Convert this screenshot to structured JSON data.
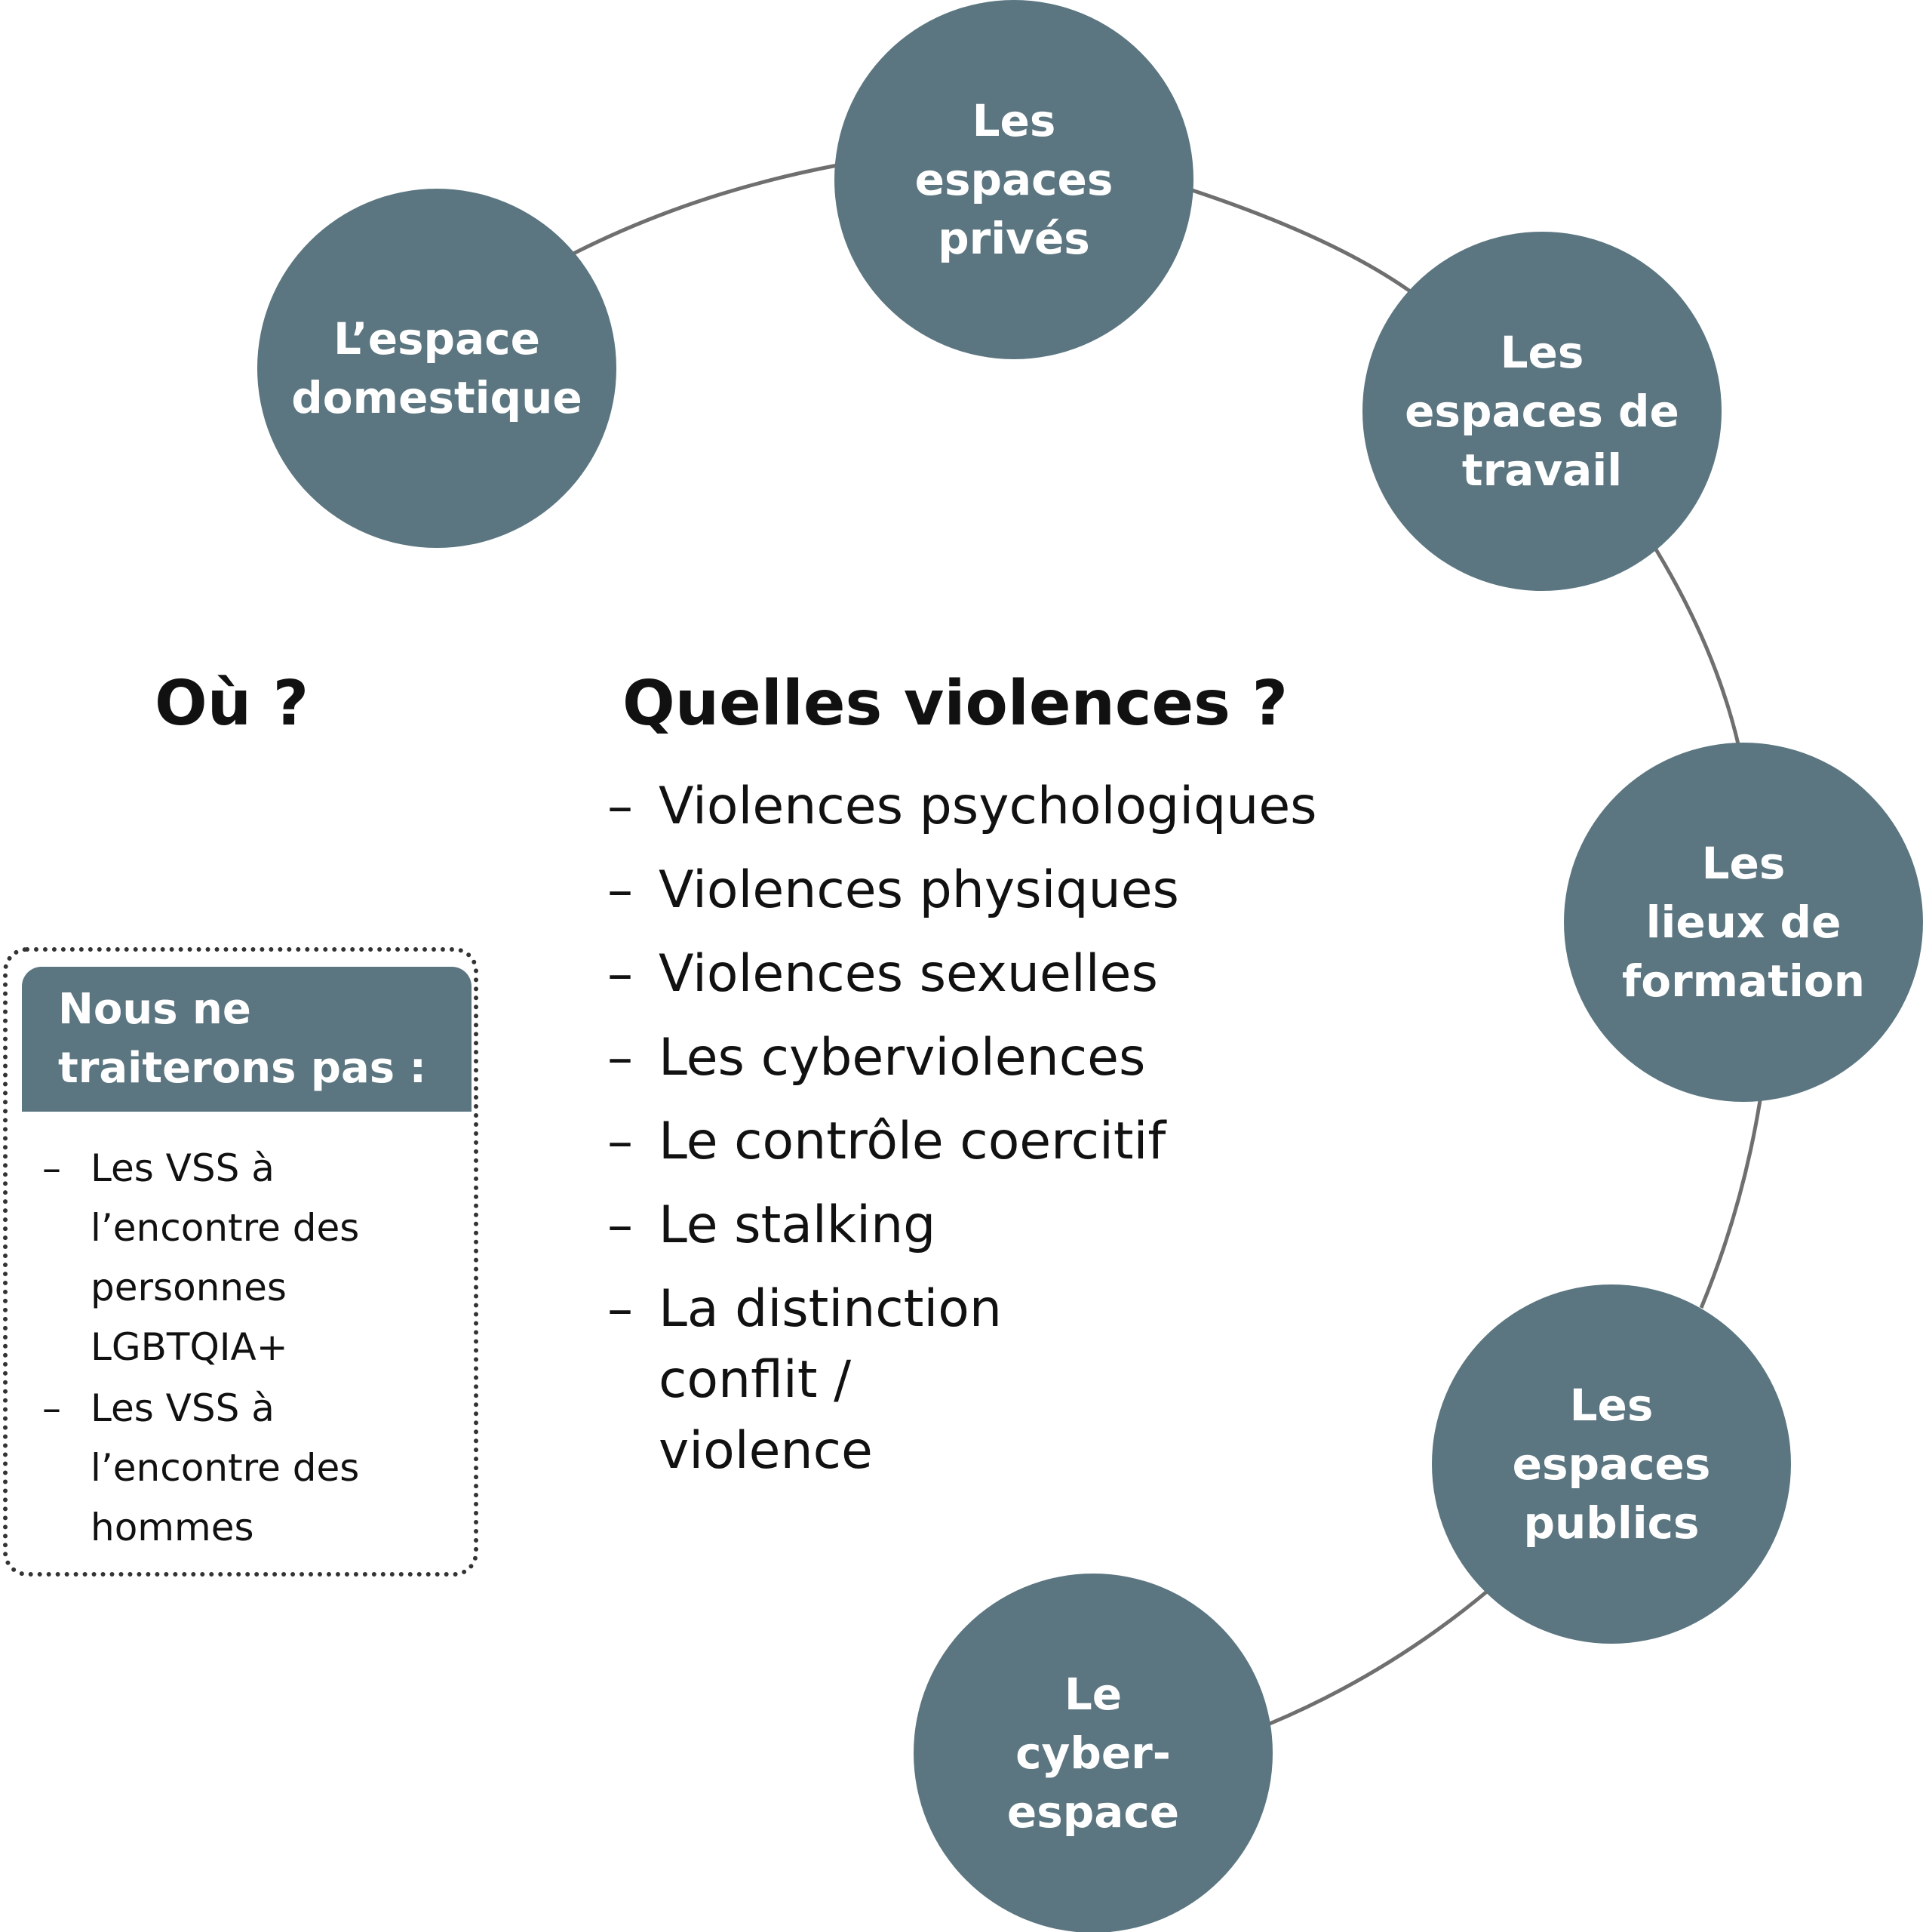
{
  "colors": {
    "node_fill": "#5b7680",
    "node_text": "#ffffff",
    "connector": "#6f6f6f",
    "body_text": "#111111"
  },
  "places": [
    {
      "id": "domestique",
      "lines": [
        "L’espace",
        "domestique"
      ]
    },
    {
      "id": "prives",
      "lines": [
        "Les",
        "espaces",
        "privés"
      ]
    },
    {
      "id": "travail",
      "lines": [
        "Les",
        "espaces de",
        "travail"
      ]
    },
    {
      "id": "formation",
      "lines": [
        "Les",
        "lieux de",
        "formation"
      ]
    },
    {
      "id": "publics",
      "lines": [
        "Les",
        "espaces",
        "publics"
      ]
    },
    {
      "id": "cyber",
      "lines": [
        "Le",
        "cyber-",
        "espace"
      ]
    }
  ],
  "where_heading": "Où ?",
  "what_heading": "Quelles violences ?",
  "violences": [
    "Violences psychologiques",
    "Violences physiques",
    "Violences sexuelles",
    "Les cyberviolences",
    "Le contrôle coercitif",
    "Le stalking",
    "La distinction conflit / violence"
  ],
  "exclusions": {
    "title": "Nous ne\ntraiterons pas :",
    "items": [
      "Les VSS à l’encontre des personnes LGBTQIA+",
      "Les VSS à l’encontre des hommes"
    ]
  }
}
